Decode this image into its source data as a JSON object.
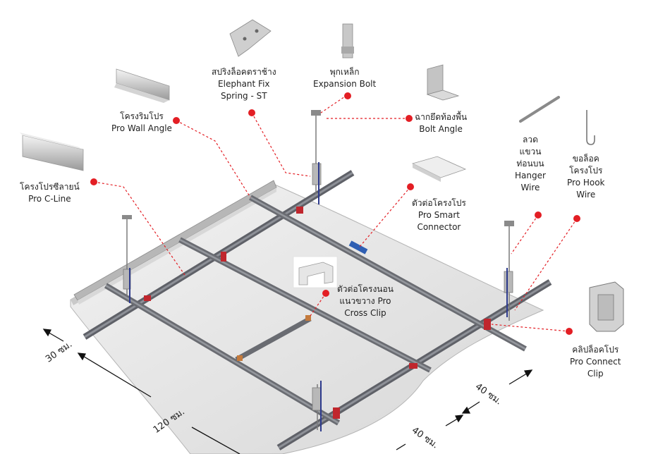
{
  "labels": {
    "elephant_fix": {
      "line1": "สปริงล็อคตราช้าง",
      "line2": "Elephant Fix",
      "line3": "Spring - ST"
    },
    "expansion_bolt": {
      "line1": "พุกเหล็ก",
      "line2": "Expansion Bolt"
    },
    "bolt_angle": {
      "line1": "ฉากยึดท้องพื้น",
      "line2": "Bolt Angle"
    },
    "wall_angle": {
      "line1": "โครงริมโปร",
      "line2": "Pro Wall Angle"
    },
    "c_line": {
      "line1": "โครงโปรซีลายน์",
      "line2": "Pro C-Line"
    },
    "smart_connector": {
      "line1": "ตัวต่อโครงโปร",
      "line2": "Pro Smart",
      "line3": "Connector"
    },
    "hanger_wire": {
      "line1": "ลวด",
      "line2": "แขวน",
      "line3": "ท่อนบน",
      "line4": "Hanger",
      "line5": "Wire"
    },
    "hook_wire": {
      "line1": "ขอล็อค",
      "line2": "โครงโปร",
      "line3": "Pro Hook",
      "line4": "Wire"
    },
    "cross_clip": {
      "line1": "ตัวต่อโครงนอน",
      "line2": "แนวขวาง Pro",
      "line3": "Cross Clip"
    },
    "connect_clip": {
      "line1": "คลิปล็อคโปร",
      "line2": "Pro Connect",
      "line3": "Clip"
    }
  },
  "dimensions": {
    "d30": "30 ซม.",
    "d120": "120 ซม.",
    "d40_right": "40 ซม.",
    "d40_bottom": "40 ซม."
  },
  "colors": {
    "callout": "#e31e24",
    "frame": "#6e7178",
    "board": "#e3e3e3",
    "wire": "#2d3a8c"
  }
}
